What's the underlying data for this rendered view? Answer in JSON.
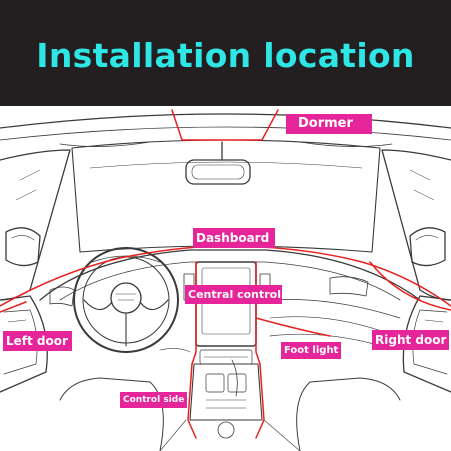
{
  "banner": {
    "title": "Installation location",
    "title_color": "#2ee6e6",
    "background": "#231f20"
  },
  "labels": {
    "dormer": "Dormer",
    "dashboard": "Dashboard",
    "central_control": "Central control",
    "left_door": "Left door",
    "right_door": "Right door",
    "foot_light": "Foot light",
    "control_side": "Control side"
  },
  "colors": {
    "label_bg": "#e6259a",
    "label_text": "#ffffff",
    "light_line": "#e82020",
    "sketch_ink": "#3a3a3a"
  }
}
